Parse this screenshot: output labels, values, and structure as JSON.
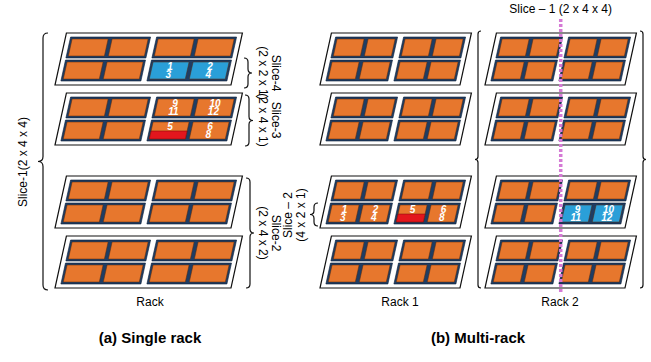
{
  "diagram": {
    "labels": [
      "Slice-1(2 x 4 x 4)",
      "Slice-4",
      "(2 x 2 x 1)",
      "Slice-3",
      "(2 x 4 x 1)",
      "Slice-2",
      "(2 x 4 x 2)",
      "1",
      "2",
      "3",
      "4",
      "9",
      "10",
      "11",
      "12",
      "5",
      "6",
      "8",
      "Rack",
      "(a) Single rack",
      "Slice – 1 (2 x 4 x 4)",
      "Slice – 2",
      "(4 x 2 x 1)",
      "1",
      "2",
      "3",
      "4",
      "5",
      "6",
      "8",
      "9",
      "10",
      "11",
      "12",
      "Rack 1",
      "Rack 2",
      "(b) Multi-rack"
    ]
  }
}
